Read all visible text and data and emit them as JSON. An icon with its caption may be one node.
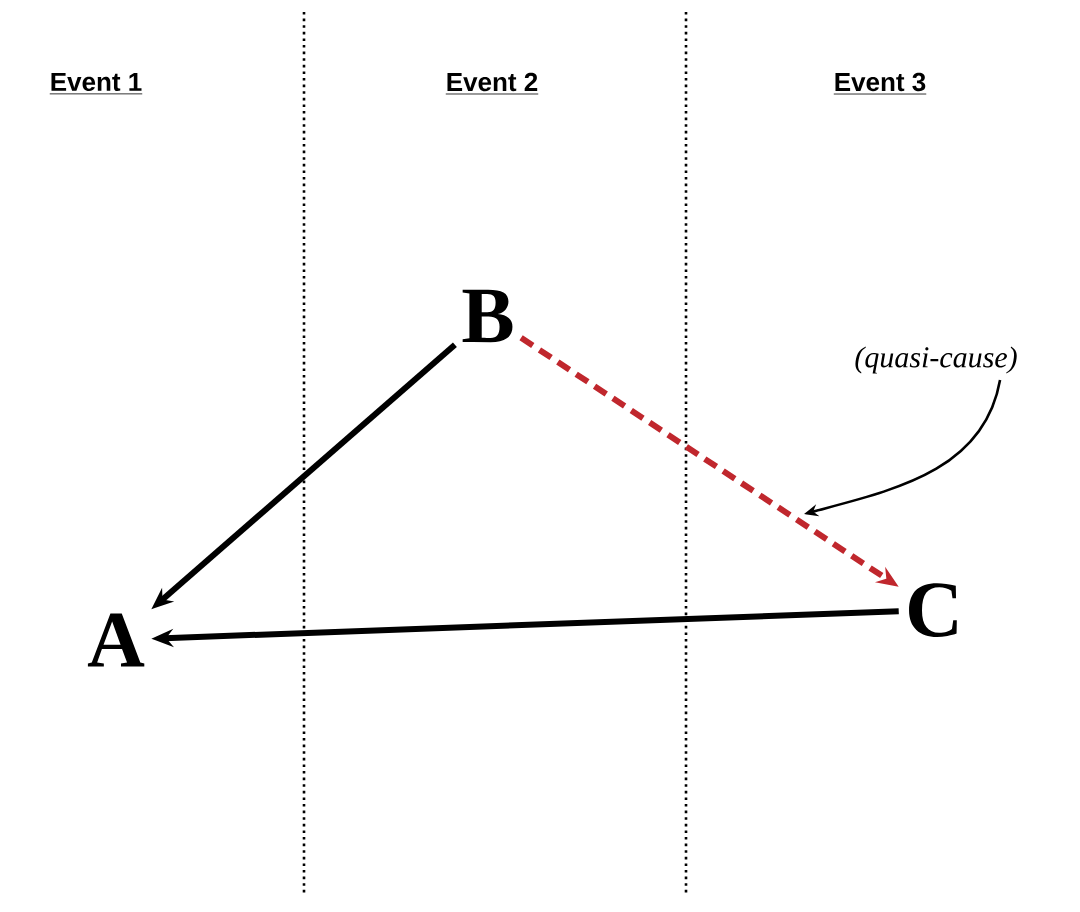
{
  "diagram": {
    "nodes": [
      {
        "text": [
          "A"
        ]
      },
      {
        "text": [
          "B"
        ]
      },
      {
        "text": [
          "C"
        ]
      },
      {
        "text": [
          "(quasi-cause)"
        ]
      }
    ],
    "edges": [
      {
        "from": 1,
        "to": 0,
        "arrow": "to"
      },
      {
        "from": 2,
        "to": 0,
        "arrow": "to"
      },
      {
        "from": 1,
        "to": 2,
        "arrow": "to",
        "style": "dashed",
        "color": "#c0272d"
      },
      {
        "from": 3,
        "to": null,
        "arrow": "to"
      }
    ],
    "labels": [
      "Event 1",
      "Event 2",
      "Event 3"
    ]
  }
}
